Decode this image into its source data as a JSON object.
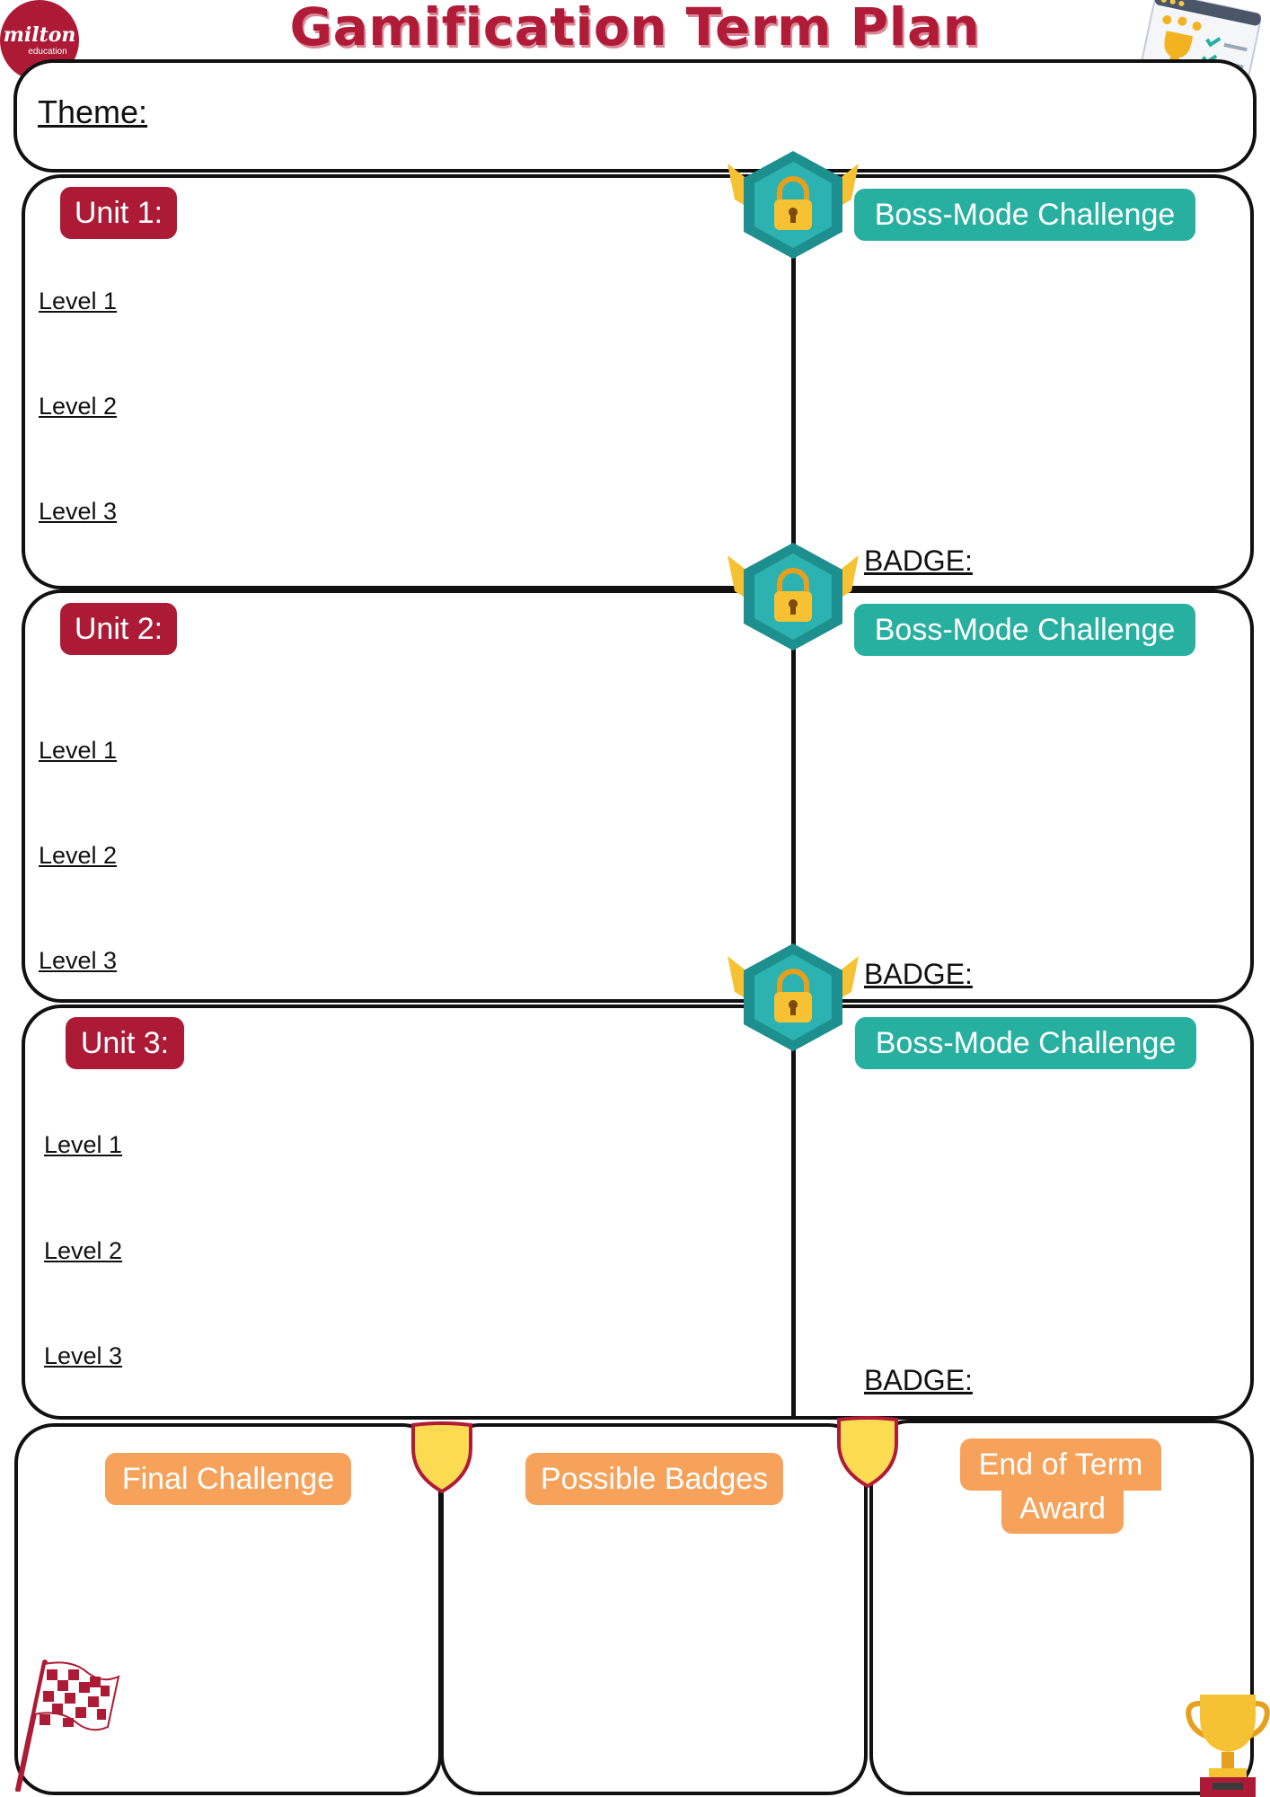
{
  "title": "Gamification Term Plan",
  "logo": {
    "brand": "milton",
    "sub": "education",
    "color": "#ad1a36"
  },
  "theme_label": "Theme:",
  "units": [
    {
      "label": "Unit 1:",
      "levels": [
        "Level 1",
        "Level 2",
        "Level 3"
      ],
      "boss": "Boss-Mode Challenge",
      "badge": "BADGE:"
    },
    {
      "label": "Unit 2:",
      "levels": [
        "Level 1",
        "Level 2",
        "Level 3"
      ],
      "boss": "Boss-Mode Challenge",
      "badge": "BADGE:"
    },
    {
      "label": "Unit 3:",
      "levels": [
        "Level 1",
        "Level 2",
        "Level 3"
      ],
      "boss": "Boss-Mode Challenge",
      "badge": "BADGE:"
    }
  ],
  "bottom": {
    "final_challenge": "Final Challenge",
    "possible_badges": "Possible Badges",
    "award_line1": "End of Term",
    "award_line2": "Award"
  },
  "colors": {
    "unit_tag": "#ad1a36",
    "boss_tag": "#27b0a0",
    "bottom_tag": "#f7a25a",
    "title": "#b01c38"
  },
  "icons": [
    "lock-badge-icon",
    "shield-icon",
    "checkered-flag-icon",
    "trophy-icon",
    "game-controller-icon"
  ]
}
